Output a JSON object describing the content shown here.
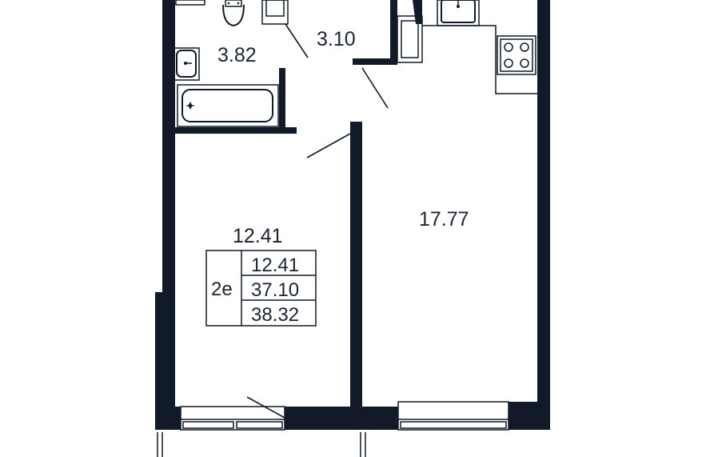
{
  "rooms": {
    "bathroom_area": "3.82",
    "hallway_area": "3.10",
    "kitchen_living_area": "17.77",
    "bedroom_area": "12.41"
  },
  "summary_table": {
    "apartment_type": "2e",
    "living_area": "12.41",
    "total_area_without_balcony": "37.10",
    "total_area": "38.32"
  },
  "colors": {
    "walls": "#111a29",
    "text": "#1a2433",
    "background": "#ffffff"
  }
}
